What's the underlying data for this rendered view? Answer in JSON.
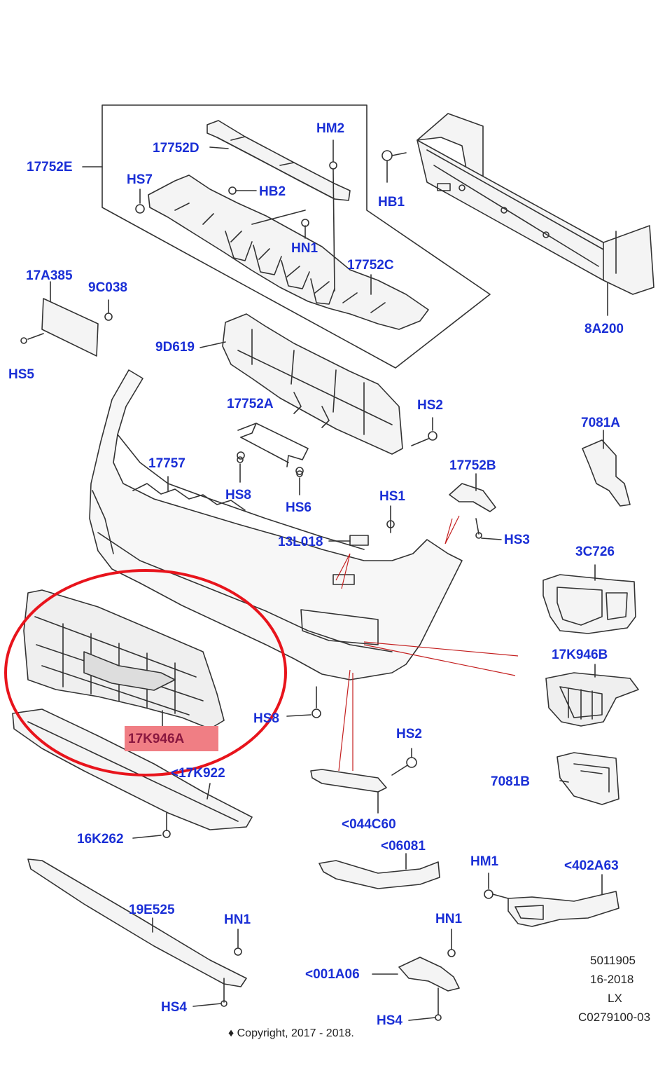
{
  "diagram": {
    "part_labels": [
      {
        "id": "17752E",
        "text": "17752E"
      },
      {
        "id": "17752D",
        "text": "17752D"
      },
      {
        "id": "HM2",
        "text": "HM2"
      },
      {
        "id": "HS7",
        "text": "HS7"
      },
      {
        "id": "HB2",
        "text": "HB2"
      },
      {
        "id": "HB1",
        "text": "HB1"
      },
      {
        "id": "HN1-top",
        "text": "HN1"
      },
      {
        "id": "17752C",
        "text": "17752C"
      },
      {
        "id": "17A385",
        "text": "17A385"
      },
      {
        "id": "9C038",
        "text": "9C038"
      },
      {
        "id": "8A200",
        "text": "8A200"
      },
      {
        "id": "9D619",
        "text": "9D619"
      },
      {
        "id": "HS5",
        "text": "HS5"
      },
      {
        "id": "17752A",
        "text": "17752A"
      },
      {
        "id": "HS2-top",
        "text": "HS2"
      },
      {
        "id": "7081A",
        "text": "7081A"
      },
      {
        "id": "17757",
        "text": "17757"
      },
      {
        "id": "17752B",
        "text": "17752B"
      },
      {
        "id": "HS8-top",
        "text": "HS8"
      },
      {
        "id": "HS6",
        "text": "HS6"
      },
      {
        "id": "HS1",
        "text": "HS1"
      },
      {
        "id": "HS3",
        "text": "HS3"
      },
      {
        "id": "13L018",
        "text": "13L018"
      },
      {
        "id": "3C726",
        "text": "3C726"
      },
      {
        "id": "17K946B",
        "text": "17K946B"
      },
      {
        "id": "HS8-bottom",
        "text": "HS8"
      },
      {
        "id": "17K946A",
        "text": "17K946A"
      },
      {
        "id": "HS2-bottom",
        "text": "HS2"
      },
      {
        "id": "17K922",
        "text": "<17K922"
      },
      {
        "id": "7081B",
        "text": "7081B"
      },
      {
        "id": "044C60",
        "text": "<044C60"
      },
      {
        "id": "16K262",
        "text": "16K262"
      },
      {
        "id": "06081",
        "text": "<06081"
      },
      {
        "id": "HM1",
        "text": "HM1"
      },
      {
        "id": "402A63",
        "text": "<402A63"
      },
      {
        "id": "19E525",
        "text": "19E525"
      },
      {
        "id": "HN1-left",
        "text": "HN1"
      },
      {
        "id": "HN1-right",
        "text": "HN1"
      },
      {
        "id": "001A06",
        "text": "<001A06"
      },
      {
        "id": "HS4-left",
        "text": "HS4"
      },
      {
        "id": "HS4-right",
        "text": "HS4"
      }
    ],
    "drawing_info": {
      "code": "5011905",
      "date": "16-2018",
      "model": "LX",
      "ref": "C0279100-03"
    },
    "copyright": "♦ Copyright, 2017 - 2018.",
    "colors": {
      "label": "#1a2fd6",
      "highlight_box": "#f07e84",
      "highlight_ellipse": "#e8141c",
      "line": "#333333"
    }
  }
}
